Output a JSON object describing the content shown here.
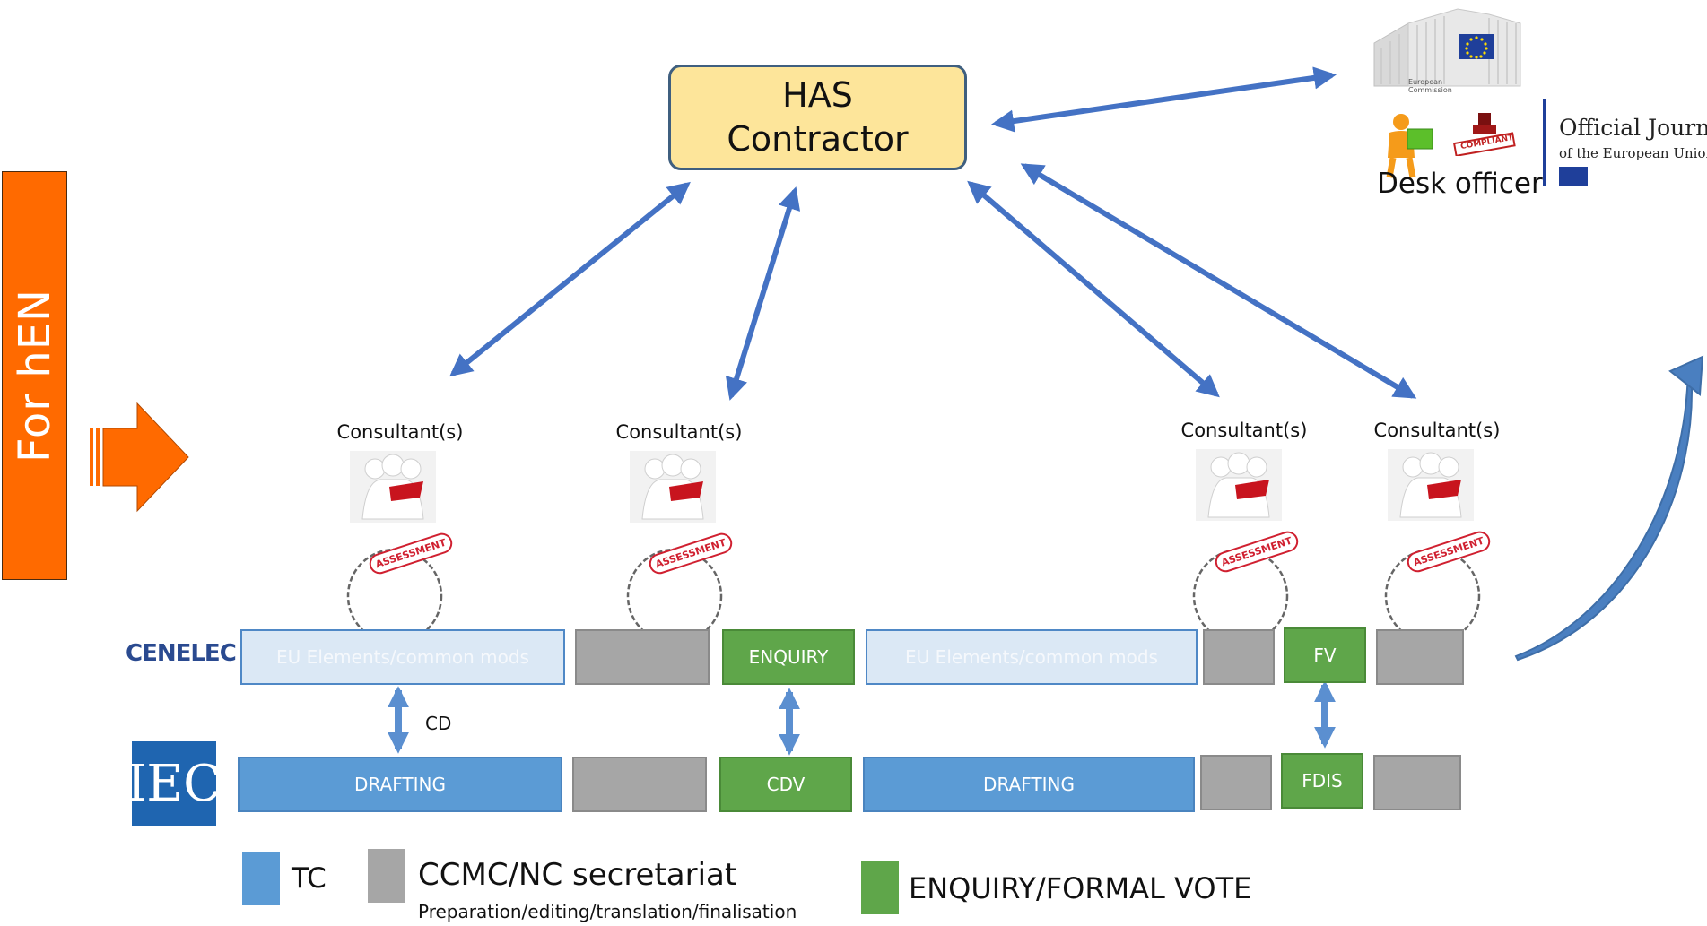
{
  "side_label": "For hEN",
  "has_box": {
    "line1": "HAS",
    "line2": "Contractor"
  },
  "consultant_label": "Consultant(s)",
  "assessment_stamp": "ASSESSMENT",
  "compliant_stamp": "COMPLIANT",
  "eu": {
    "commission_line1": "European",
    "commission_line2": "Commission",
    "desk_officer": "Desk officer",
    "oj_title": "Official Journal",
    "oj_subtitle": "of the European Union"
  },
  "orgs": {
    "cenelec": "CENELEC",
    "iec": "IEC"
  },
  "cenelec_row": {
    "eu_elements_1": "EU Elements/common mods",
    "enquiry": "ENQUIRY",
    "eu_elements_2": "EU Elements/common mods",
    "fv": "FV"
  },
  "cd_label": "CD",
  "iec_row": {
    "drafting_1": "DRAFTING",
    "cdv": "CDV",
    "drafting_2": "DRAFTING",
    "fdis": "FDIS"
  },
  "legend": {
    "tc": "TC",
    "ccmc": "CCMC/NC secretariat",
    "ccmc_sub": "Preparation/editing/translation/finalisation",
    "enquiry_vote": "ENQUIRY/FORMAL VOTE"
  },
  "colors": {
    "arrow_blue": "#4472c4",
    "orange": "#ff6a00",
    "has_fill": "#fde59a",
    "tc_blue": "#5b9bd5",
    "secretariat_gray": "#a6a6a6",
    "vote_green": "#5fa64a"
  }
}
